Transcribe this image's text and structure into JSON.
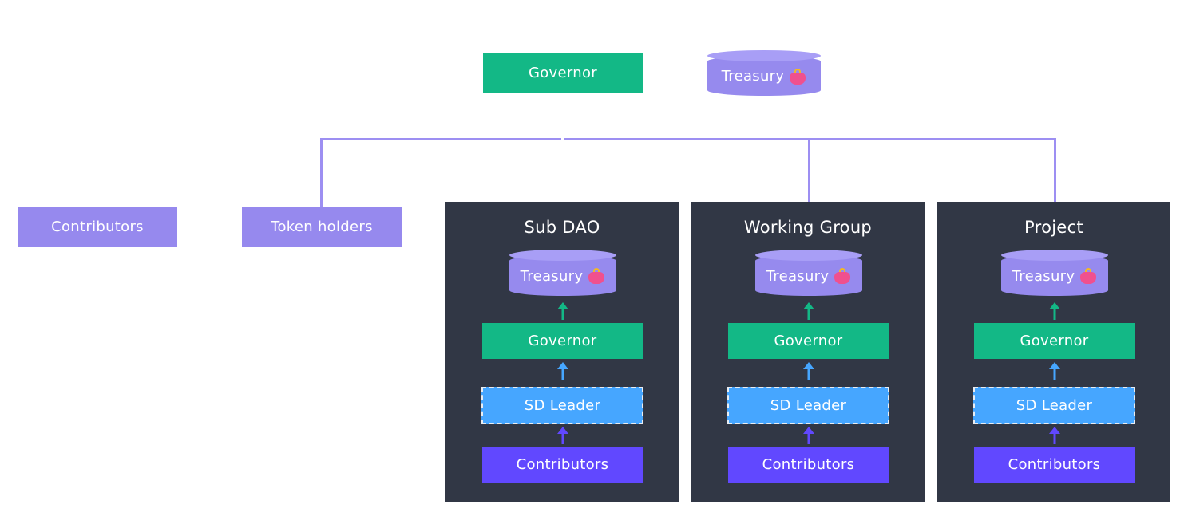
{
  "top": {
    "governor_label": "Governor",
    "treasury_label": "Treasury",
    "treasury_icon": "purse-icon"
  },
  "left": {
    "contributors_label": "Contributors",
    "token_holders_label": "Token holders"
  },
  "panels": [
    {
      "title": "Sub DAO",
      "treasury": "Treasury",
      "governor": "Governor",
      "leader": "SD Leader",
      "contributors": "Contributors"
    },
    {
      "title": "Working Group",
      "treasury": "Treasury",
      "governor": "Governor",
      "leader": "SD Leader",
      "contributors": "Contributors"
    },
    {
      "title": "Project",
      "treasury": "Treasury",
      "governor": "Governor",
      "leader": "SD Leader",
      "contributors": "Contributors"
    }
  ],
  "colors": {
    "governor": "#13b886",
    "treasury": "#968aee",
    "lavender_box": "#9689ee",
    "leader": "#46a6ff",
    "contributors": "#6148ff",
    "panel": "#313745",
    "connector": "#9d8ff2"
  }
}
